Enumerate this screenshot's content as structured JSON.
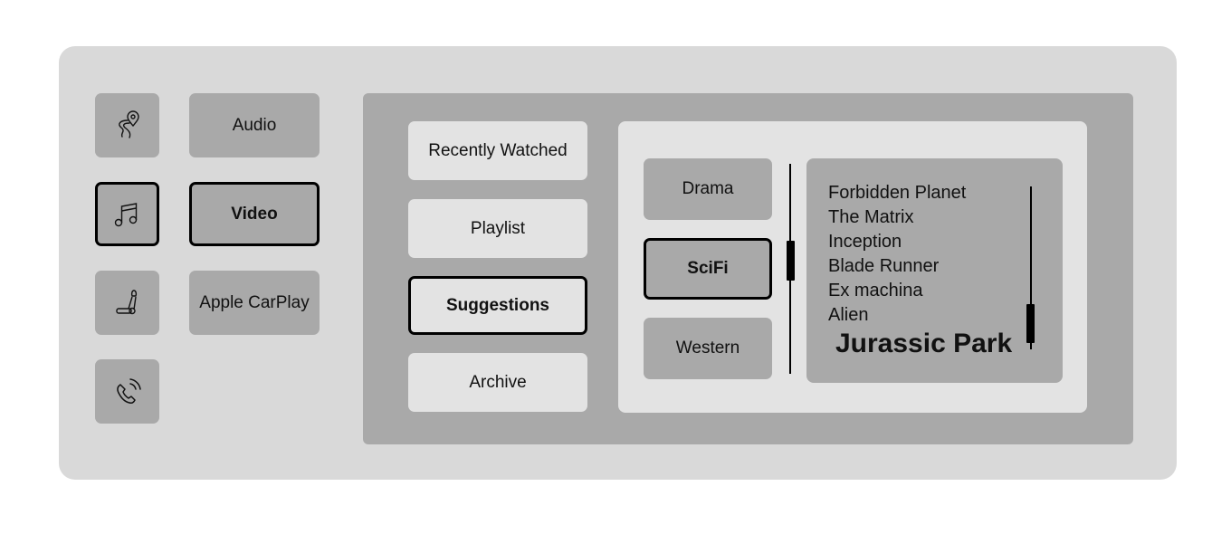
{
  "sidebar": {
    "icons": [
      {
        "name": "navigation-route-icon",
        "selected": false
      },
      {
        "name": "music-note-icon",
        "selected": true
      },
      {
        "name": "car-seat-icon",
        "selected": false
      },
      {
        "name": "phone-call-icon",
        "selected": false
      }
    ],
    "items": [
      {
        "label": "Audio",
        "selected": false
      },
      {
        "label": "Video",
        "selected": true
      },
      {
        "label": "Apple CarPlay",
        "selected": false
      }
    ]
  },
  "video_menu": {
    "items": [
      {
        "label": "Recently Watched",
        "selected": false
      },
      {
        "label": "Playlist",
        "selected": false
      },
      {
        "label": "Suggestions",
        "selected": true
      },
      {
        "label": "Archive",
        "selected": false
      }
    ]
  },
  "genres": {
    "items": [
      {
        "label": "Drama",
        "selected": false
      },
      {
        "label": "SciFi",
        "selected": true
      },
      {
        "label": "Western",
        "selected": false
      }
    ],
    "scroll_position": 0.45
  },
  "movies": {
    "items": [
      "Forbidden Planet",
      "The Matrix",
      "Inception",
      "Blade Runner",
      "Ex machina",
      "Alien"
    ],
    "selected": "Jurassic Park",
    "scroll_position": 0.95
  },
  "colors": {
    "panel": "#d9d9d9",
    "tile": "#a9a9a9",
    "light": "#e3e3e3",
    "selected_border": "#000000"
  }
}
